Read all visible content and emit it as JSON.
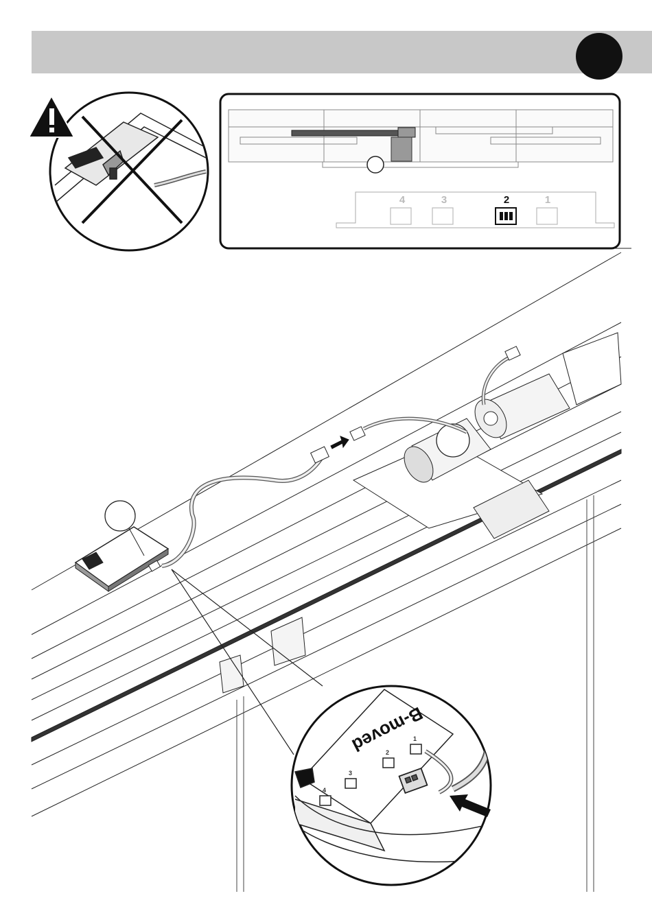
{
  "header": {
    "band_color": "#c8c8c8",
    "badge_color": "#111111"
  },
  "detail_panel": {
    "connector_labels": [
      "4",
      "3",
      "2",
      "1"
    ],
    "active_connector": "2"
  },
  "control_unit": {
    "brand": "B-moved",
    "connector_labels": [
      "4",
      "3",
      "2",
      "1"
    ]
  },
  "icons": {
    "warning": "warning-triangle-icon",
    "prohibited": "cross-out-icon",
    "insert_arrow": "arrow-right-icon"
  }
}
